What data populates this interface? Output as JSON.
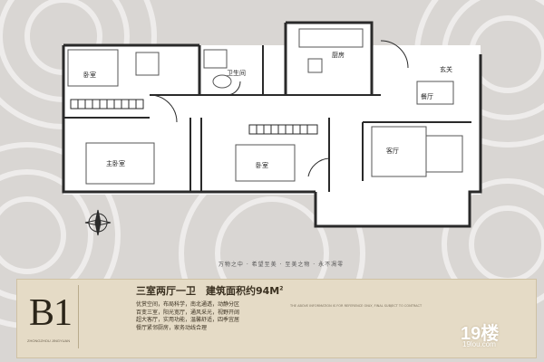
{
  "rooms": {
    "bedroom_tl": "卧室",
    "bathroom": "卫生间",
    "kitchen": "厨房",
    "entrance": "玄关",
    "dining": "餐厅",
    "master_bedroom": "主卧室",
    "bedroom_mid": "卧室",
    "living": "客厅"
  },
  "slogan": "万物之中 · 希望至美 · 至美之物 · 永不凋零",
  "panel": {
    "model_code": "B1",
    "title": "三室两厅一卫　建筑面积约94M",
    "title_sup": "2",
    "description": [
      "优赏空间，布局科学，南北通透，动静分区",
      "百变三室，阳光宽厅，通风采光，视野开阔",
      "超大客厅，实用功能，温馨舒适，四季宜居",
      "餐厅紧邻厨房，家务动线合理"
    ],
    "brand_text": "ZHONGZHOU JINGYUAN",
    "fine_print": "THE ABOVE INFORMATION IS FOR REFERENCE ONLY, FINAL SUBJECT TO CONTRACT"
  },
  "watermark": {
    "main": "19楼",
    "sub": "19lou.com"
  },
  "colors": {
    "wall": "#2a2a2a",
    "panel": "#e5dbc6",
    "background": "#d9d6d3"
  }
}
